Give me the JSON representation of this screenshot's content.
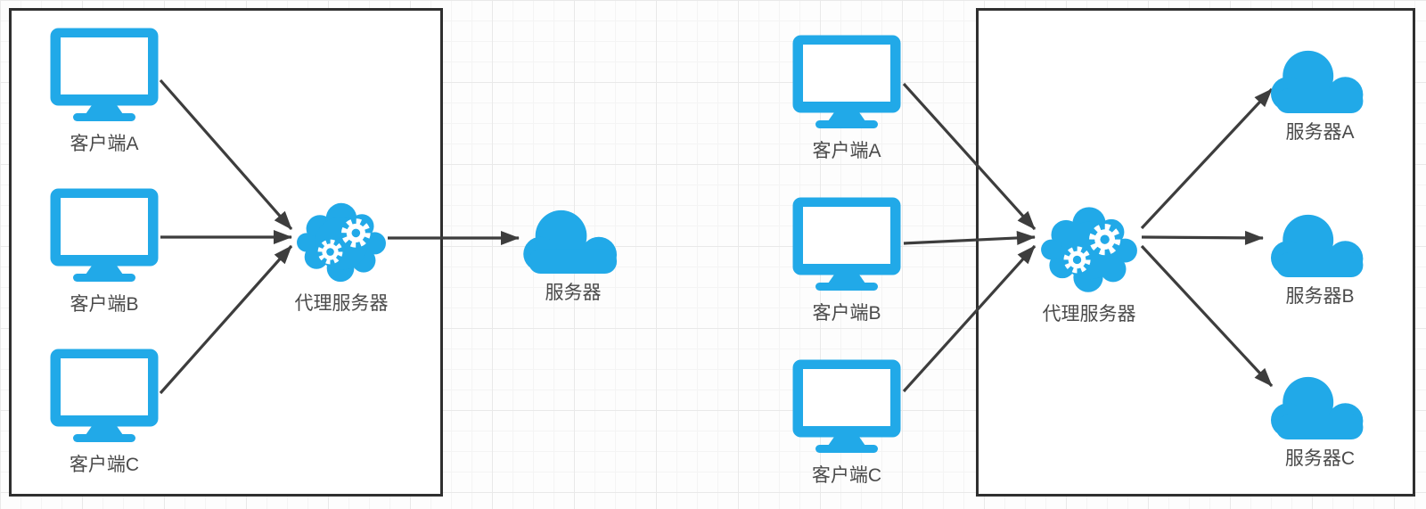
{
  "colors": {
    "icon_blue": "#21a9e8",
    "arrow_dark": "#3d3d3d",
    "box_border": "#2f2f2f",
    "label_text": "#4a4a4a"
  },
  "icons": {
    "client": "monitor-icon",
    "proxy": "cloud-with-gears-icon",
    "server": "cloud-icon"
  },
  "left_diagram": {
    "clients": [
      {
        "label": "客户端A"
      },
      {
        "label": "客户端B"
      },
      {
        "label": "客户端C"
      }
    ],
    "proxy": {
      "label": "代理服务器"
    },
    "servers": [
      {
        "label": "服务器"
      }
    ]
  },
  "right_diagram": {
    "clients": [
      {
        "label": "客户端A"
      },
      {
        "label": "客户端B"
      },
      {
        "label": "客户端C"
      }
    ],
    "proxy": {
      "label": "代理服务器"
    },
    "servers": [
      {
        "label": "服务器A"
      },
      {
        "label": "服务器B"
      },
      {
        "label": "服务器C"
      }
    ]
  }
}
